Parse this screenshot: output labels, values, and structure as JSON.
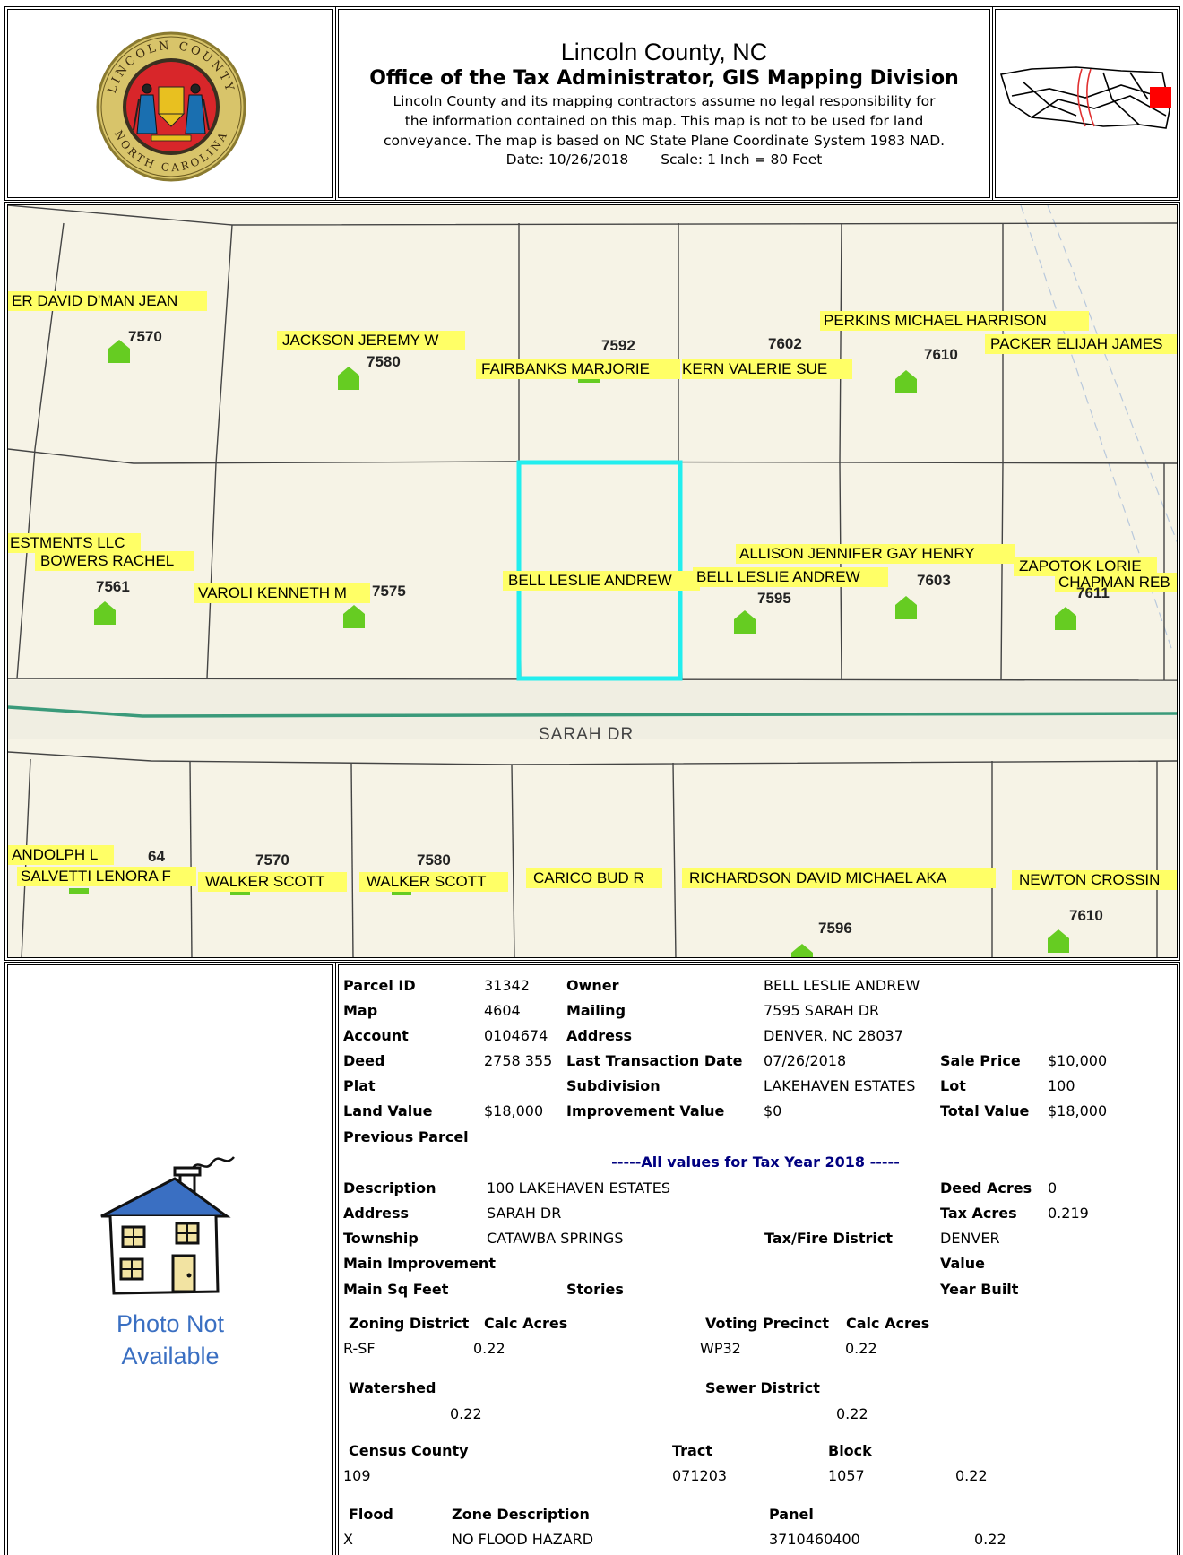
{
  "header": {
    "county_title": "Lincoln County, NC",
    "office_title": "Office of the Tax Administrator, GIS Mapping Division",
    "disclaimer_1": "Lincoln County and its mapping contractors assume no legal responsibility for",
    "disclaimer_2": "the information contained on this map. This map is not to be used for land",
    "disclaimer_3": "conveyance. The map is based on NC State Plane Coordinate System 1983 NAD.",
    "date": "Date: 10/26/2018",
    "scale": "Scale: 1 Inch = 80 Feet",
    "seal": {
      "top_text": "LINCOLN COUNTY",
      "bottom_text": "NORTH CAROLINA",
      "colors": {
        "ring": "#d8c46a",
        "center": "#d8262a",
        "figure": "#1a6fb0"
      }
    },
    "locator_highlight_color": "#ff0000"
  },
  "map": {
    "street": "SARAH DR",
    "label_color": "#ffff66",
    "house_color": "#66cc22",
    "selected_parcel_color": "#22eeee",
    "owners": [
      "ER DAVID D'MAN JEAN",
      "JACKSON JEREMY W",
      "FAIRBANKS MARJORIE",
      "KERN VALERIE SUE",
      "PERKINS MICHAEL HARRISON",
      "PACKER ELIJAH JAMES",
      "ESTMENTS LLC",
      "BOWERS RACHEL",
      "VAROLI KENNETH M",
      "BELL LESLIE ANDREW",
      "BELL LESLIE ANDREW",
      "ALLISON JENNIFER GAY HENRY",
      "ZAPOTOK LORIE",
      "CHAPMAN REB",
      "ANDOLPH L",
      "SALVETTI LENORA F",
      "WALKER SCOTT",
      "WALKER SCOTT",
      "CARICO BUD R",
      "RICHARDSON DAVID MICHAEL AKA",
      "NEWTON CROSSIN"
    ],
    "lots": [
      "7570",
      "7580",
      "7592",
      "7602",
      "7610",
      "7561",
      "7575",
      "7595",
      "7603",
      "7611",
      "64",
      "7570",
      "7580",
      "7596",
      "7610"
    ]
  },
  "photo": {
    "line1": "Photo Not",
    "line2": "Available"
  },
  "parcel": {
    "parcel_id_label": "Parcel ID",
    "parcel_id": "31342",
    "owner_label": "Owner",
    "owner": "BELL LESLIE ANDREW",
    "map_label": "Map",
    "map": "4604",
    "mailing_label": "Mailing",
    "mailing": "7595 SARAH DR",
    "account_label": "Account",
    "account": "0104674",
    "address_label": "Address",
    "address": "DENVER, NC 28037",
    "deed_label": "Deed",
    "deed": "2758 355",
    "last_trans_label": "Last Transaction Date",
    "last_trans": "07/26/2018",
    "sale_price_label": "Sale Price",
    "sale_price": "$10,000",
    "plat_label": "Plat",
    "subdivision_label": "Subdivision",
    "subdivision": "LAKEHAVEN ESTATES",
    "lot_label": "Lot",
    "lot": "100",
    "land_value_label": "Land Value",
    "land_value": "$18,000",
    "improvement_label": "Improvement Value",
    "improvement": "$0",
    "total_value_label": "Total Value",
    "total_value": "$18,000",
    "previous_parcel_label": "Previous Parcel",
    "tax_year_banner": "-----All values for Tax Year 2018 -----",
    "description_label": "Description",
    "description": "100 LAKEHAVEN ESTATES",
    "deed_acres_label": "Deed Acres",
    "deed_acres": "0",
    "address2_label": "Address",
    "address2": "SARAH DR",
    "tax_acres_label": "Tax Acres",
    "tax_acres": "0.219",
    "township_label": "Township",
    "township": "CATAWBA SPRINGS",
    "fire_district_label": "Tax/Fire District",
    "fire_district": "DENVER",
    "main_improvement_label": "Main Improvement",
    "value_label": "Value",
    "main_sq_feet_label": "Main Sq Feet",
    "stories_label": "Stories",
    "year_built_label": "Year Built",
    "zoning_label": "Zoning District",
    "zoning_calc_label": "Calc Acres",
    "zoning": "R-SF",
    "zoning_acres": "0.22",
    "voting_label": "Voting Precinct",
    "voting_calc_label": "Calc Acres",
    "voting": "WP32",
    "voting_acres": "0.22",
    "watershed_label": "Watershed",
    "watershed_acres": "0.22",
    "sewer_label": "Sewer District",
    "sewer_acres": "0.22",
    "census_label": "Census County",
    "tract_label": "Tract",
    "block_label": "Block",
    "census": "109",
    "tract": "071203",
    "block": "1057",
    "census_acres": "0.22",
    "flood_label": "Flood",
    "zone_desc_label": "Zone Description",
    "panel_label": "Panel",
    "flood": "X",
    "zone_desc": "NO FLOOD HAZARD",
    "panel": "3710460400",
    "flood_acres": "0.22"
  }
}
